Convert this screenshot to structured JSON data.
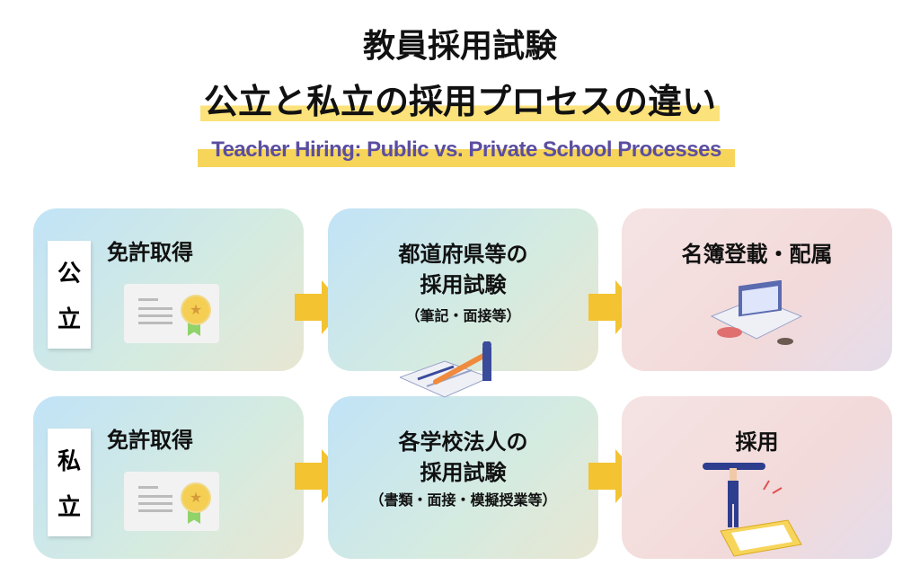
{
  "title": {
    "line1": "教員採用試験",
    "line2": "公立と私立の採用プロセスの違い",
    "subtitle": "Teacher Hiring: Public vs. Private School Processes"
  },
  "rows": [
    {
      "label": [
        "公",
        "立"
      ],
      "step1": "免許取得",
      "step2": [
        "都道府県等の",
        "採用試験"
      ],
      "step2_note": "（筆記・面接等）",
      "step3": "名簿登載・配属"
    },
    {
      "label": [
        "私",
        "立"
      ],
      "step1": "免許取得",
      "step2": [
        "各学校法人の",
        "採用試験"
      ],
      "step2_note": "（書類・面接・模擬授業等）",
      "step3": "採用"
    }
  ],
  "colors": {
    "arrow": "#f3c331",
    "subtitle": "#5b4ea0",
    "highlight": "#f6d55a"
  }
}
